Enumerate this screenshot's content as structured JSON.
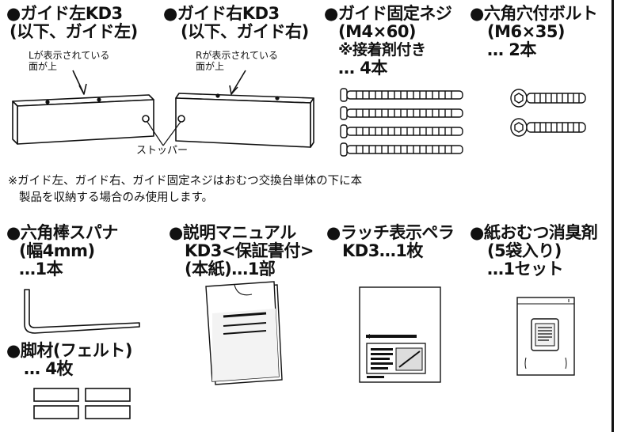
{
  "items": {
    "guide_left": {
      "line1": "●ガイド左KD3",
      "line2": "(以下、ガイド左)"
    },
    "guide_right": {
      "line1": "●ガイド右KD3",
      "line2": "(以下、ガイド右)"
    },
    "guide_screw": {
      "line1": "●ガイド固定ネジ",
      "line2": "(M4×60)",
      "line3": "※接着剤付き",
      "line4": "… 4本"
    },
    "hex_bolt": {
      "line1": "●六角穴付ボルト",
      "line2": "(M6×35)",
      "line3": "… 2本"
    },
    "hex_wrench": {
      "line1": "●六角棒スパナ",
      "line2": "(幅4mm)",
      "line3": "…1本"
    },
    "manual": {
      "line1": "●説明マニュアル",
      "line2": "KD3<保証書付>",
      "line3": "(本紙)…1部"
    },
    "latch_label": {
      "line1": "●ラッチ表示ペラ",
      "line2": "KD3…1枚"
    },
    "deodorant": {
      "line1": "●紙おむつ消臭剤",
      "line2": "(5袋入り)",
      "line3": "…1セット"
    },
    "feet": {
      "line1": "●脚材(フェルト)",
      "line2": "… 4枚"
    }
  },
  "labels": {
    "l_face": {
      "line1": "Lが表示されている",
      "line2": "面が上"
    },
    "r_face": {
      "line1": "Rが表示されている",
      "line2": "面が上"
    },
    "stopper": "ストッパー"
  },
  "note": {
    "line1": "※ガイド左、ガイド右、ガイド固定ネジはおむつ交換台単体の下に本",
    "line2": "製品を収納する場合のみ使用します。"
  }
}
